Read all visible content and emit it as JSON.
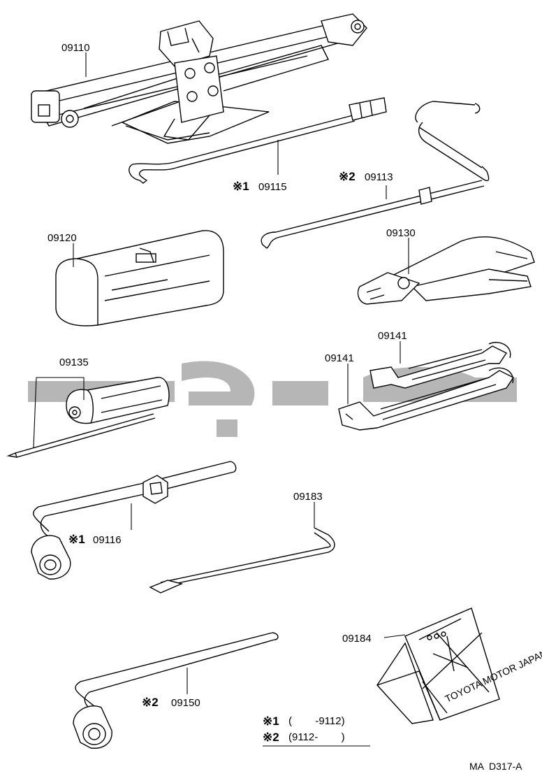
{
  "parts": [
    {
      "id": "jack",
      "label": "09110"
    },
    {
      "id": "jack-handle-1",
      "mark": "※1",
      "label": "09115"
    },
    {
      "id": "jack-handle-2",
      "mark": "※2",
      "label": "09113"
    },
    {
      "id": "tool-bag",
      "label": "09120"
    },
    {
      "id": "pliers",
      "label": "09130"
    },
    {
      "id": "screwdriver",
      "label": "09135"
    },
    {
      "id": "wrench-a",
      "label": "09141"
    },
    {
      "id": "wrench-b",
      "label": "09141"
    },
    {
      "id": "wheel-wrench-1",
      "mark": "※1",
      "label": "09116"
    },
    {
      "id": "hubcap-remover",
      "label": "09183"
    },
    {
      "id": "wheel-chock",
      "label": "09184",
      "stamp": "TOYOTA MOTOR JAPAN"
    },
    {
      "id": "wheel-wrench-2",
      "mark": "※2",
      "label": "09150"
    }
  ],
  "legend": [
    {
      "mark": "※1",
      "range": "(        -9112)"
    },
    {
      "mark": "※2",
      "range": "(9112-        )"
    }
  ],
  "reference": "MA  D317-A"
}
